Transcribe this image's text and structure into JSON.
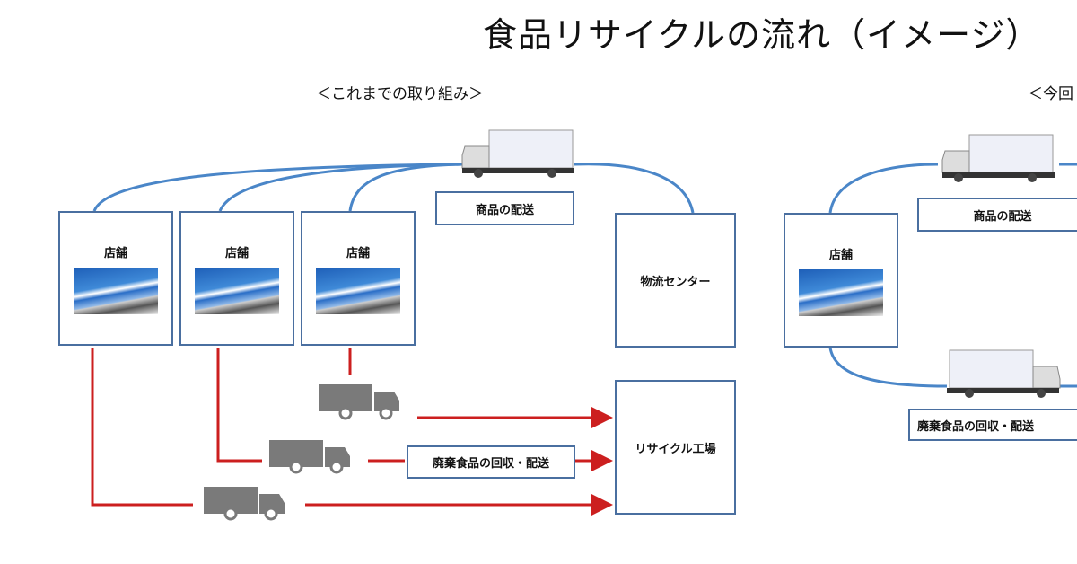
{
  "title": "食品リサイクルの流れ（イメージ）",
  "left_section": {
    "heading": "＜これまでの取り組み＞",
    "stores": [
      "店舗",
      "店舗",
      "店舗"
    ],
    "logistics_center": "物流センター",
    "recycling_plant": "リサイクル工場",
    "delivery_label": "商品の配送",
    "waste_label": "廃棄食品の回収・配送"
  },
  "right_section": {
    "heading": "＜今回",
    "store": "店舗",
    "delivery_label": "商品の配送",
    "waste_label": "廃棄食品の回収・配送"
  },
  "colors": {
    "delivery_line": "#4a86c8",
    "waste_line": "#cc1f1f",
    "box_border": "#4a6fa0",
    "gray_truck": "#7a7a7a"
  }
}
